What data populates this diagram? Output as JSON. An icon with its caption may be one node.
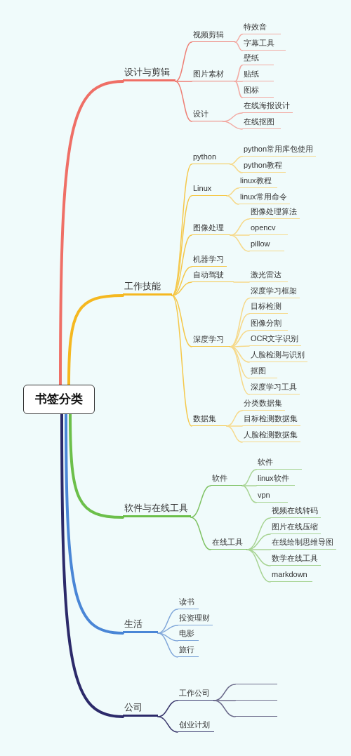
{
  "diagram": {
    "nodes": [
      {
        "text": [
          "书签分类"
        ]
      },
      {
        "text": [
          "设计与剪辑"
        ]
      },
      {
        "text": [
          "视频剪辑"
        ]
      },
      {
        "text": [
          "特效音"
        ]
      },
      {
        "text": [
          "字幕工具"
        ]
      },
      {
        "text": [
          "图片素材"
        ]
      },
      {
        "text": [
          "壁纸"
        ]
      },
      {
        "text": [
          "贴纸"
        ]
      },
      {
        "text": [
          "图标"
        ]
      },
      {
        "text": [
          "设计"
        ]
      },
      {
        "text": [
          "在线海报设计"
        ]
      },
      {
        "text": [
          "在线抠图"
        ]
      },
      {
        "text": [
          "工作技能"
        ]
      },
      {
        "text": [
          "python"
        ]
      },
      {
        "text": [
          "python常用库包使用"
        ]
      },
      {
        "text": [
          "python教程"
        ]
      },
      {
        "text": [
          "Linux"
        ]
      },
      {
        "text": [
          "linux教程"
        ]
      },
      {
        "text": [
          "linux常用命令"
        ]
      },
      {
        "text": [
          "图像处理"
        ]
      },
      {
        "text": [
          "图像处理算法"
        ]
      },
      {
        "text": [
          "opencv"
        ]
      },
      {
        "text": [
          "pillow"
        ]
      },
      {
        "text": [
          "机器学习"
        ]
      },
      {
        "text": [
          "自动驾驶"
        ]
      },
      {
        "text": [
          "激光雷达"
        ]
      },
      {
        "text": [
          "深度学习"
        ]
      },
      {
        "text": [
          "深度学习框架"
        ]
      },
      {
        "text": [
          "目标检测"
        ]
      },
      {
        "text": [
          "图像分割"
        ]
      },
      {
        "text": [
          "OCR文字识别"
        ]
      },
      {
        "text": [
          "人脸检测与识别"
        ]
      },
      {
        "text": [
          "抠图"
        ]
      },
      {
        "text": [
          "深度学习工具"
        ]
      },
      {
        "text": [
          "数据集"
        ]
      },
      {
        "text": [
          "分类数据集"
        ]
      },
      {
        "text": [
          "目标检测数据集"
        ]
      },
      {
        "text": [
          "人脸检测数据集"
        ]
      },
      {
        "text": [
          "软件与在线工具"
        ]
      },
      {
        "text": [
          "软件"
        ]
      },
      {
        "text": [
          "软件"
        ]
      },
      {
        "text": [
          "linux软件"
        ]
      },
      {
        "text": [
          "vpn"
        ]
      },
      {
        "text": [
          "在线工具"
        ]
      },
      {
        "text": [
          "视频在线转码"
        ]
      },
      {
        "text": [
          "图片在线压缩"
        ]
      },
      {
        "text": [
          "在线绘制思维导图"
        ]
      },
      {
        "text": [
          "数学在线工具"
        ]
      },
      {
        "text": [
          "markdown"
        ]
      },
      {
        "text": [
          "生活"
        ]
      },
      {
        "text": [
          "读书"
        ]
      },
      {
        "text": [
          "投资理财"
        ]
      },
      {
        "text": [
          "电影"
        ]
      },
      {
        "text": [
          "旅行"
        ]
      },
      {
        "text": [
          "公司"
        ]
      },
      {
        "text": [
          "工作公司"
        ]
      },
      {
        "text": [],
        "shape": "line"
      },
      {
        "text": [],
        "shape": "line"
      },
      {
        "text": [],
        "shape": "line"
      },
      {
        "text": [
          "创业计划"
        ]
      }
    ],
    "edges": [
      {
        "from": 0,
        "to": 1,
        "arrow": "none",
        "style": "thick",
        "color": "#ef6f66"
      },
      {
        "from": 1,
        "to": 2,
        "arrow": "none",
        "color": "#ee7f75"
      },
      {
        "from": 2,
        "to": 3,
        "arrow": "none",
        "color": "#f2aaa3"
      },
      {
        "from": 2,
        "to": 4,
        "arrow": "none",
        "color": "#f2aaa3"
      },
      {
        "from": 1,
        "to": 5,
        "arrow": "none",
        "color": "#ee7f75"
      },
      {
        "from": 5,
        "to": 6,
        "arrow": "none",
        "color": "#f2aaa3"
      },
      {
        "from": 5,
        "to": 7,
        "arrow": "none",
        "color": "#f2aaa3"
      },
      {
        "from": 5,
        "to": 8,
        "arrow": "none",
        "color": "#f2aaa3"
      },
      {
        "from": 1,
        "to": 9,
        "arrow": "none",
        "color": "#ee7f75"
      },
      {
        "from": 9,
        "to": 10,
        "arrow": "none",
        "color": "#f2aaa3"
      },
      {
        "from": 9,
        "to": 11,
        "arrow": "none",
        "color": "#f2aaa3"
      },
      {
        "from": 0,
        "to": 12,
        "arrow": "none",
        "style": "thick",
        "color": "#f5b820"
      },
      {
        "from": 12,
        "to": 13,
        "arrow": "none",
        "color": "#f5c84a"
      },
      {
        "from": 13,
        "to": 14,
        "arrow": "none",
        "color": "#f6d98a"
      },
      {
        "from": 13,
        "to": 15,
        "arrow": "none",
        "color": "#f6d98a"
      },
      {
        "from": 12,
        "to": 16,
        "arrow": "none",
        "color": "#f5c84a"
      },
      {
        "from": 16,
        "to": 17,
        "arrow": "none",
        "color": "#f6d98a"
      },
      {
        "from": 16,
        "to": 18,
        "arrow": "none",
        "color": "#f6d98a"
      },
      {
        "from": 12,
        "to": 19,
        "arrow": "none",
        "color": "#f5c84a"
      },
      {
        "from": 19,
        "to": 20,
        "arrow": "none",
        "color": "#f6d98a"
      },
      {
        "from": 19,
        "to": 21,
        "arrow": "none",
        "color": "#f6d98a"
      },
      {
        "from": 19,
        "to": 22,
        "arrow": "none",
        "color": "#f6d98a"
      },
      {
        "from": 12,
        "to": 23,
        "arrow": "none",
        "color": "#f5c84a"
      },
      {
        "from": 12,
        "to": 24,
        "arrow": "none",
        "color": "#f5c84a"
      },
      {
        "from": 24,
        "to": 25,
        "arrow": "none",
        "color": "#f6d98a"
      },
      {
        "from": 12,
        "to": 26,
        "arrow": "none",
        "color": "#f5c84a"
      },
      {
        "from": 26,
        "to": 27,
        "arrow": "none",
        "color": "#f6d98a"
      },
      {
        "from": 26,
        "to": 28,
        "arrow": "none",
        "color": "#f6d98a"
      },
      {
        "from": 26,
        "to": 29,
        "arrow": "none",
        "color": "#f6d98a"
      },
      {
        "from": 26,
        "to": 30,
        "arrow": "none",
        "color": "#f6d98a"
      },
      {
        "from": 26,
        "to": 31,
        "arrow": "none",
        "color": "#f6d98a"
      },
      {
        "from": 26,
        "to": 32,
        "arrow": "none",
        "color": "#f6d98a"
      },
      {
        "from": 26,
        "to": 33,
        "arrow": "none",
        "color": "#f6d98a"
      },
      {
        "from": 12,
        "to": 34,
        "arrow": "none",
        "color": "#f5c84a"
      },
      {
        "from": 34,
        "to": 35,
        "arrow": "none",
        "color": "#f6d98a"
      },
      {
        "from": 34,
        "to": 36,
        "arrow": "none",
        "color": "#f6d98a"
      },
      {
        "from": 34,
        "to": 37,
        "arrow": "none",
        "color": "#f6d98a"
      },
      {
        "from": 0,
        "to": 38,
        "arrow": "none",
        "style": "thick",
        "color": "#6cbf4a"
      },
      {
        "from": 38,
        "to": 39,
        "arrow": "none",
        "color": "#7fc264"
      },
      {
        "from": 39,
        "to": 40,
        "arrow": "none",
        "color": "#a8d494"
      },
      {
        "from": 39,
        "to": 41,
        "arrow": "none",
        "color": "#a8d494"
      },
      {
        "from": 39,
        "to": 42,
        "arrow": "none",
        "color": "#a8d494"
      },
      {
        "from": 38,
        "to": 43,
        "arrow": "none",
        "color": "#7fc264"
      },
      {
        "from": 43,
        "to": 44,
        "arrow": "none",
        "color": "#a8d494"
      },
      {
        "from": 43,
        "to": 45,
        "arrow": "none",
        "color": "#a8d494"
      },
      {
        "from": 43,
        "to": 46,
        "arrow": "none",
        "color": "#a8d494"
      },
      {
        "from": 43,
        "to": 47,
        "arrow": "none",
        "color": "#a8d494"
      },
      {
        "from": 43,
        "to": 48,
        "arrow": "none",
        "color": "#a8d494"
      },
      {
        "from": 0,
        "to": 49,
        "arrow": "none",
        "style": "thick",
        "color": "#4a86d6"
      },
      {
        "from": 49,
        "to": 50,
        "arrow": "none",
        "color": "#7fa6d9"
      },
      {
        "from": 49,
        "to": 51,
        "arrow": "none",
        "color": "#7fa6d9"
      },
      {
        "from": 49,
        "to": 52,
        "arrow": "none",
        "color": "#7fa6d9"
      },
      {
        "from": 49,
        "to": 53,
        "arrow": "none",
        "color": "#7fa6d9"
      },
      {
        "from": 0,
        "to": 54,
        "arrow": "none",
        "style": "thick",
        "color": "#2c2a6a"
      },
      {
        "from": 54,
        "to": 55,
        "arrow": "none",
        "color": "#3c3a6e"
      },
      {
        "from": 55,
        "to": 56,
        "arrow": "none",
        "color": "#6d6c8c"
      },
      {
        "from": 55,
        "to": 57,
        "arrow": "none",
        "color": "#6d6c8c"
      },
      {
        "from": 55,
        "to": 58,
        "arrow": "none",
        "color": "#6d6c8c"
      },
      {
        "from": 54,
        "to": 59,
        "arrow": "none",
        "color": "#3c3a6e"
      }
    ]
  }
}
